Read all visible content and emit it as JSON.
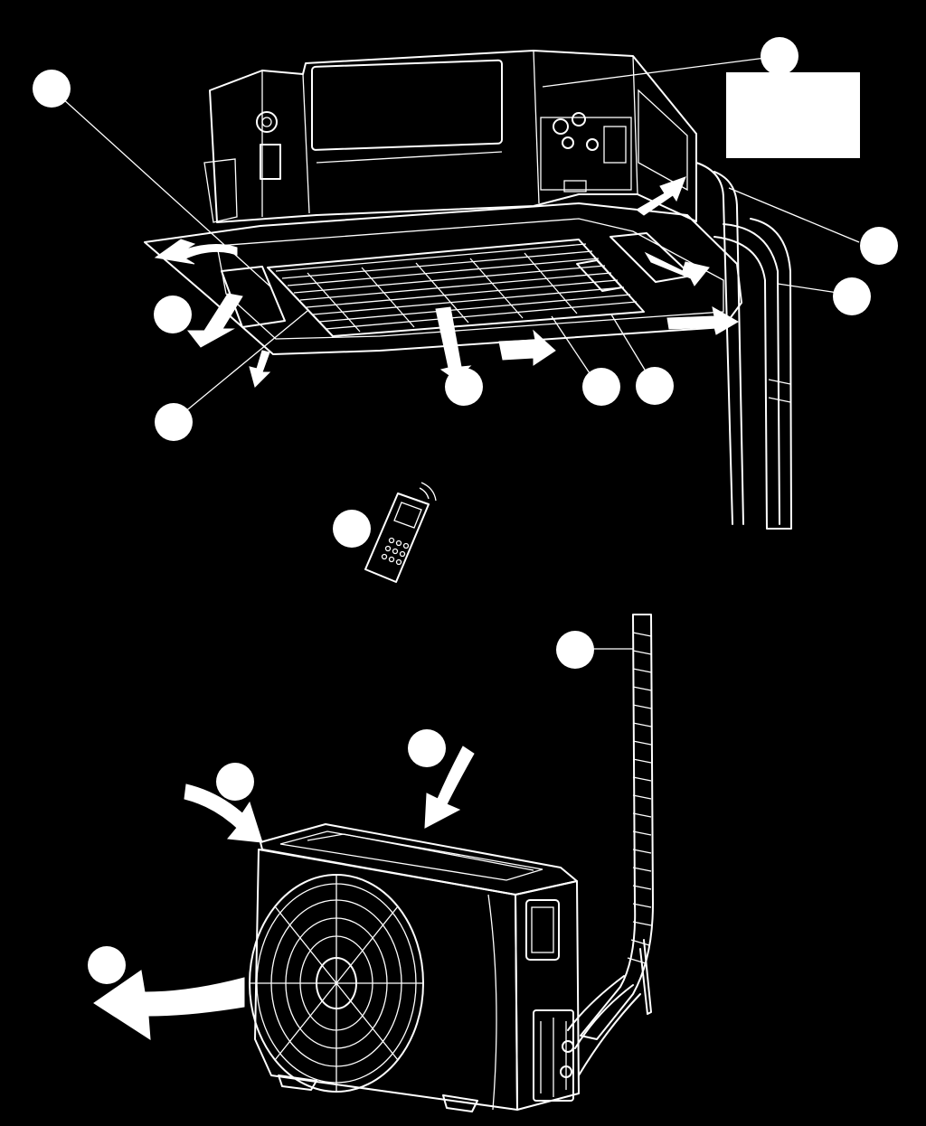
{
  "diagram": {
    "background_color": "#000000",
    "line_color": "#ffffff",
    "components": [
      "indoor-cassette-unit",
      "cassette-panel-grille",
      "air-outlet-louvers",
      "refrigerant-piping",
      "drain-pipe",
      "remote-controller",
      "connecting-pipe-wrapped",
      "outdoor-unit",
      "outdoor-unit-fan",
      "air-inlet-arrows",
      "air-outlet-arrow"
    ],
    "callout_count": 14
  }
}
